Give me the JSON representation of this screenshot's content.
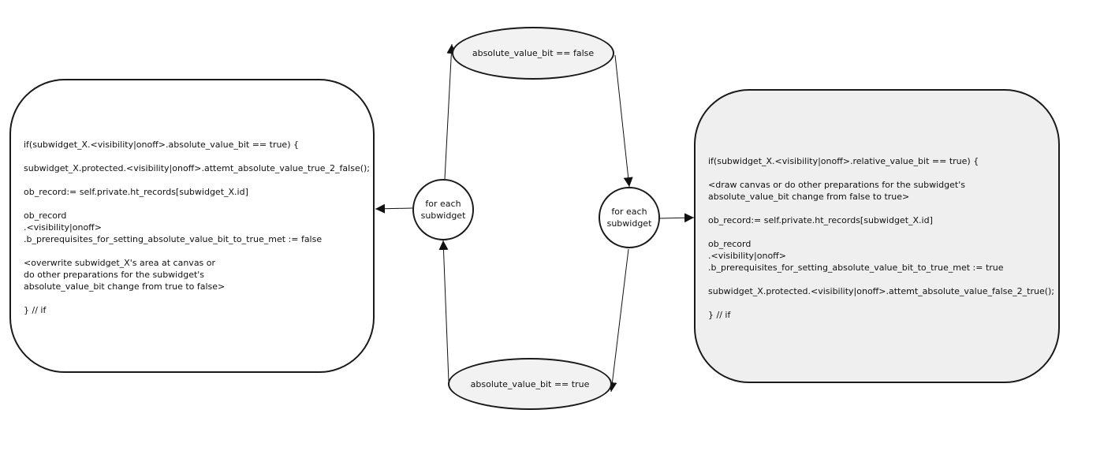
{
  "left_box": {
    "lines": [
      "if(subwidget_X.<visibility|onoff>.absolute_value_bit == true) {",
      "",
      "subwidget_X.protected.<visibility|onoff>.attemt_absolute_value_true_2_false();",
      "",
      "ob_record:= self.private.ht_records[subwidget_X.id]",
      "",
      "ob_record",
      ".<visibility|onoff>",
      ".b_prerequisites_for_setting_absolute_value_bit_to_true_met := false",
      "",
      "<overwrite subwidget_X's area at canvas or",
      "do other preparations for the subwidget's",
      "absolute_value_bit change from true to false>",
      "",
      "} // if"
    ]
  },
  "right_box": {
    "lines": [
      "if(subwidget_X.<visibility|onoff>.relative_value_bit == true) {",
      "",
      "<draw canvas or do other preparations for the subwidget's",
      "absolute_value_bit change from false to true>",
      "",
      "ob_record:= self.private.ht_records[subwidget_X.id]",
      "",
      "ob_record",
      ".<visibility|onoff>",
      ".b_prerequisites_for_setting_absolute_value_bit_to_true_met := true",
      "",
      "subwidget_X.protected.<visibility|onoff>.attemt_absolute_value_false_2_true();",
      "",
      "} // if"
    ]
  },
  "ellipse_top": {
    "label": "absolute_value_bit == false"
  },
  "ellipse_bottom": {
    "label": "absolute_value_bit == true"
  },
  "circle_left": {
    "label": "for each\nsubwidget"
  },
  "circle_right": {
    "label": "for each\nsubwidget"
  }
}
